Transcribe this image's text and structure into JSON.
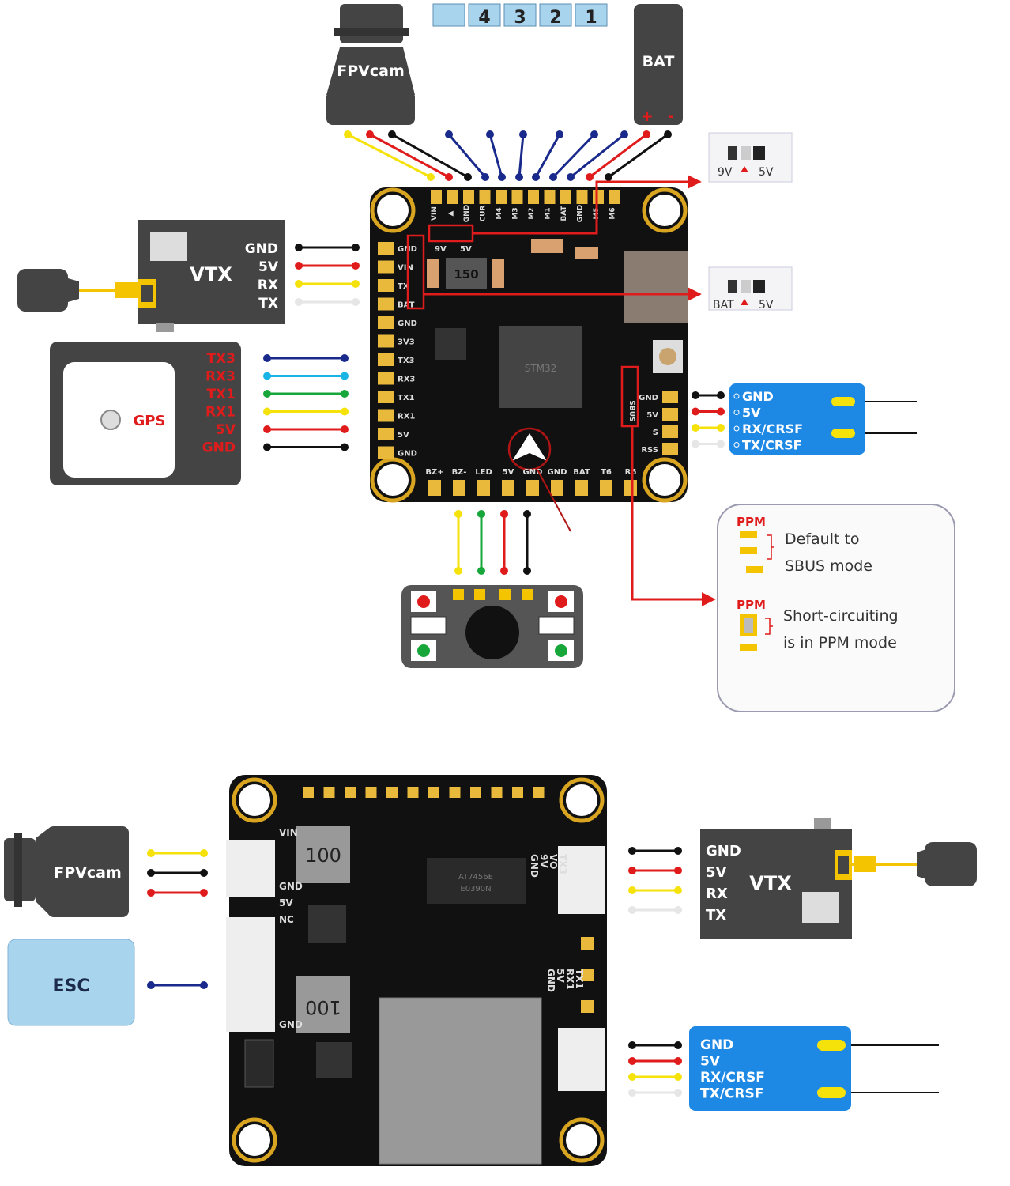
{
  "top": {
    "motor_connector": {
      "labels": [
        "",
        "4",
        "3",
        "2",
        "1"
      ]
    },
    "fpvcam": {
      "label": "FPVcam"
    },
    "battery": {
      "label": "BAT",
      "plus": "+",
      "minus": "-"
    },
    "jumper_vtx_voltage": {
      "left": "9V",
      "right": "5V"
    },
    "jumper_bat_voltage": {
      "left": "BAT",
      "right": "5V"
    },
    "board": {
      "top_pads": [
        "VIN",
        "▲",
        "GND",
        "CUR",
        "M4",
        "M3",
        "M2",
        "M1",
        "BAT",
        "GND",
        "M5",
        "M6"
      ],
      "jumper_labels": [
        "9V",
        "5V"
      ],
      "left_pads": [
        "GND",
        "VIN",
        "TX",
        "BAT",
        "GND",
        "3V3",
        "TX3",
        "RX3",
        "TX1",
        "RX1",
        "5V",
        "GND"
      ],
      "inductor": "150",
      "right_pads": [
        "GND",
        "5V",
        "S",
        "RSS"
      ],
      "sbus_label": "SBUS",
      "bottom_pads": [
        "BZ+",
        "BZ-",
        "LED",
        "5V",
        "GND",
        "GND",
        "BAT",
        "T6",
        "R6"
      ]
    },
    "vtx": {
      "label": "VTX",
      "pins": [
        "GND",
        "5V",
        "RX",
        "TX"
      ]
    },
    "gps": {
      "label": "GPS",
      "pins": [
        "TX3",
        "RX3",
        "TX1",
        "RX1",
        "5V",
        "GND"
      ]
    },
    "receiver": {
      "pins": [
        "GND",
        "5V",
        "RX/CRSF",
        "TX/CRSF"
      ]
    },
    "ppm_info": {
      "default_tag": "PPM",
      "default_line1": "Default to",
      "default_line2": "SBUS mode",
      "short_tag": "PPM",
      "short_line1": "Short-circuiting",
      "short_line2": "is in PPM mode"
    }
  },
  "bottom": {
    "fpvcam": {
      "label": "FPVcam"
    },
    "esc": {
      "label": "ESC"
    },
    "board": {
      "left_labels": [
        "VIN",
        "GND",
        "5V",
        "NC",
        "GND"
      ],
      "right_labels_top": [
        "GND",
        "9V",
        "VO",
        "TX3"
      ],
      "right_labels_mid": [
        "GND",
        "5V",
        "RX1",
        "TX1"
      ],
      "inductor_top": "100",
      "inductor_bottom": "100",
      "chip_text": [
        "AT7456E",
        "E0390N"
      ]
    },
    "vtx": {
      "label": "VTX",
      "pins": [
        "GND",
        "5V",
        "RX",
        "TX"
      ]
    },
    "receiver": {
      "pins": [
        "GND",
        "5V",
        "RX/CRSF",
        "TX/CRSF"
      ]
    }
  },
  "colors": {
    "accent_red": "#e01b1b",
    "wire_black": "#111111",
    "wire_red": "#e01b1b",
    "wire_yellow": "#f5e20a",
    "wire_white": "#e6e6e6",
    "wire_blue": "#1a2a8c",
    "wire_cyan": "#18b4e6",
    "wire_green": "#17a63a",
    "receiver_blue": "#1e88e5",
    "esc_blue": "#a9d4ee",
    "module_gray": "#444444",
    "pad_gold": "#e8b93a",
    "pcb_black": "#111111"
  }
}
